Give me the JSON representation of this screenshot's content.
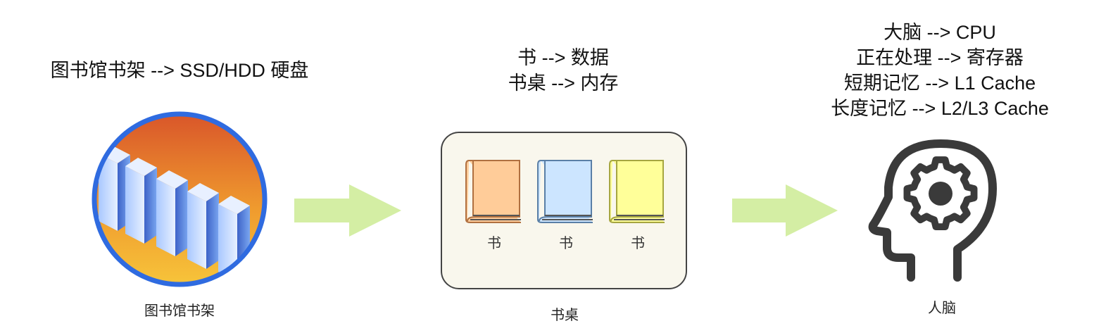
{
  "library": {
    "heading": "图书馆书架 --> SSD/HDD 硬盘",
    "caption": "图书馆书架",
    "icon": "server-rack-icon"
  },
  "desk": {
    "heading_lines": [
      "书 --> 数据",
      "书桌 --> 内存"
    ],
    "caption": "书桌",
    "books": [
      {
        "label": "书",
        "fill": "#ffcc99",
        "stroke": "#b07040"
      },
      {
        "label": "书",
        "fill": "#cce5ff",
        "stroke": "#5a7fa6"
      },
      {
        "label": "书",
        "fill": "#ffff99",
        "stroke": "#a6a640"
      }
    ]
  },
  "brain": {
    "heading_lines": [
      "大脑 --> CPU",
      "正在处理 --> 寄存器",
      "短期记忆 --> L1 Cache",
      "长度记忆 --> L2/L3 Cache"
    ],
    "caption": "人脑",
    "icon": "head-gear-icon"
  },
  "colors": {
    "arrow": "#d4eea4",
    "desk_fill": "#f9f7ed",
    "desk_border": "#444444"
  }
}
